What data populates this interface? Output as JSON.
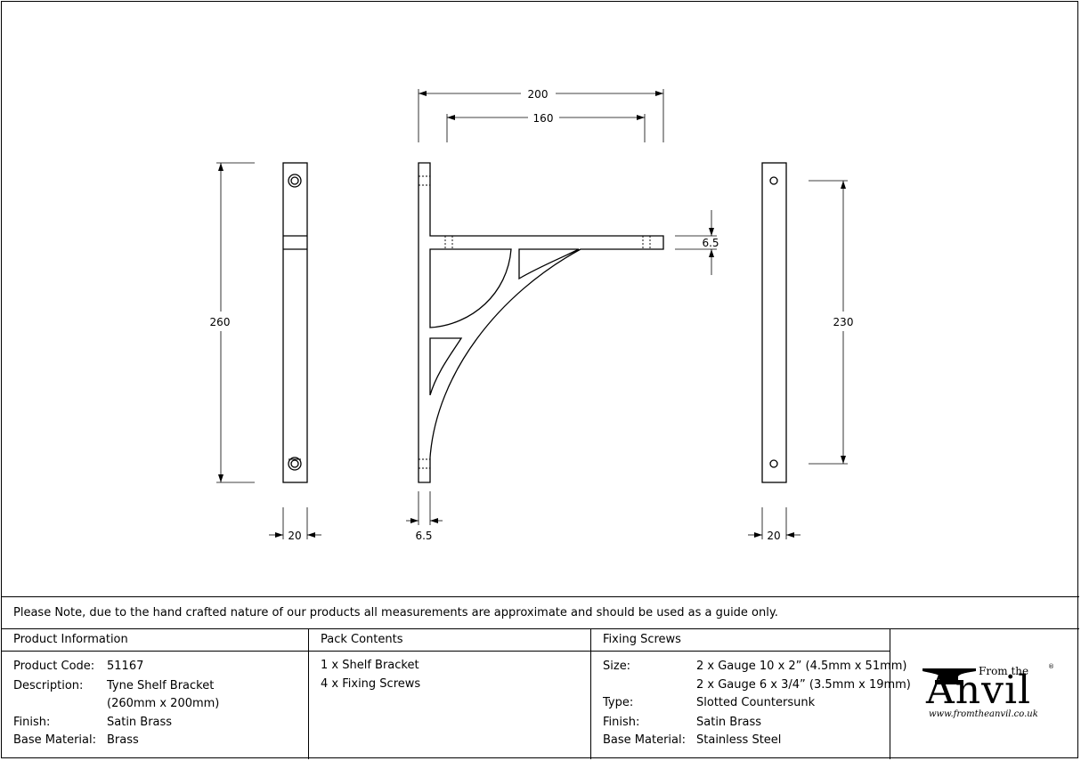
{
  "dimensions": {
    "overall_width": "200",
    "arm_length": "160",
    "height_front": "260",
    "height_holes": "230",
    "thickness_arm": "6.5",
    "thickness_plate": "6.5",
    "width_left": "20",
    "width_right": "20"
  },
  "note": "Please Note, due to the hand crafted nature of our products all measurements are approximate and should be used as a guide only.",
  "product_information": {
    "header": "Product Information",
    "rows": [
      {
        "label": "Product Code:",
        "value": "51167"
      },
      {
        "label": "Description:",
        "value": "Tyne Shelf Bracket"
      },
      {
        "label": "",
        "value": "(260mm x 200mm)"
      },
      {
        "label": "Finish:",
        "value": "Satin Brass"
      },
      {
        "label": "Base Material:",
        "value": "Brass"
      }
    ]
  },
  "pack_contents": {
    "header": "Pack Contents",
    "items": [
      "1 x Shelf Bracket",
      "4 x Fixing Screws"
    ]
  },
  "fixing_screws": {
    "header": "Fixing Screws",
    "rows": [
      {
        "label": "Size:",
        "value": "2 x Gauge 10 x 2” (4.5mm x 51mm)"
      },
      {
        "label": "",
        "value": "2 x Gauge 6 x 3/4” (3.5mm x 19mm)"
      },
      {
        "label": "Type:",
        "value": "Slotted Countersunk"
      },
      {
        "label": "Finish:",
        "value": "Satin Brass"
      },
      {
        "label": "Base Material:",
        "value": "Stainless Steel"
      }
    ]
  },
  "logo": {
    "from": "From the",
    "name": "Anvil",
    "url": "www.fromtheanvil.co.uk",
    "reg": "®"
  }
}
